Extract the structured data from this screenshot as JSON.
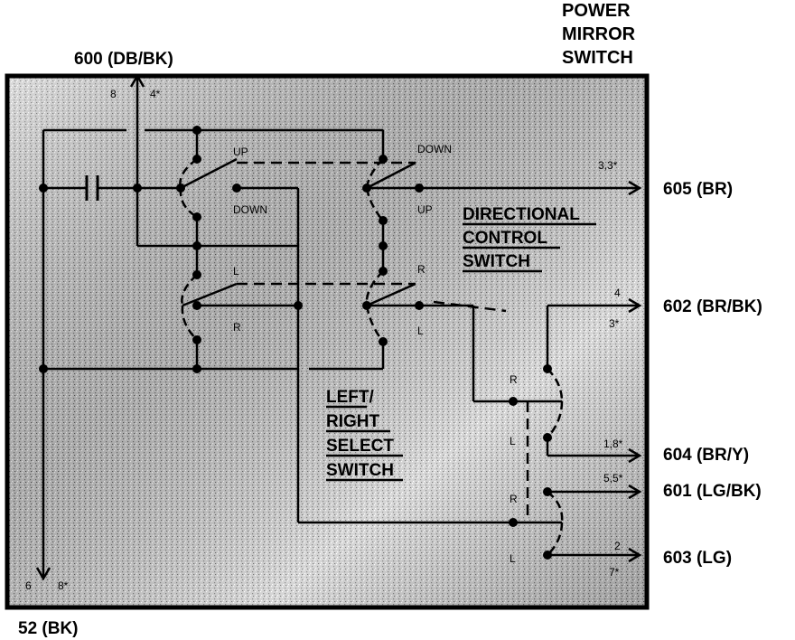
{
  "title": {
    "line1": "POWER",
    "line2": "MIRROR",
    "line3": "SWITCH"
  },
  "sections": {
    "directional": {
      "line1": "DIRECTIONAL",
      "line2": "CONTROL",
      "line3": "SWITCH"
    },
    "select": {
      "line1": "LEFT/",
      "line2": "RIGHT",
      "line3": "SELECT",
      "line4": "SWITCH"
    }
  },
  "connectors": {
    "c600": "600 (DB/BK)",
    "c605": "605 (BR)",
    "c602": "602 (BR/BK)",
    "c604": "604 (BR/Y)",
    "c601": "601 (LG/BK)",
    "c603": "603 (LG)",
    "c52": "52 (BK)"
  },
  "pins": {
    "p600a": "8",
    "p600b": "4*",
    "p605": "3,3*",
    "p602a": "4",
    "p602b": "3*",
    "p604": "1,8*",
    "p601": "5,5*",
    "p603a": "2",
    "p603b": "7*",
    "p52a": "6",
    "p52b": "8*"
  },
  "positions": {
    "up1": "UP",
    "down1": "DOWN",
    "down2": "DOWN",
    "up2": "UP",
    "l1": "L",
    "r1": "R",
    "r2": "R",
    "l2": "L",
    "r3": "R",
    "l3": "L",
    "r4": "R",
    "l4": "L"
  },
  "colors": {
    "wire": "#000000",
    "background_mottle": "#8a8a8a",
    "box_border": "#000000"
  }
}
